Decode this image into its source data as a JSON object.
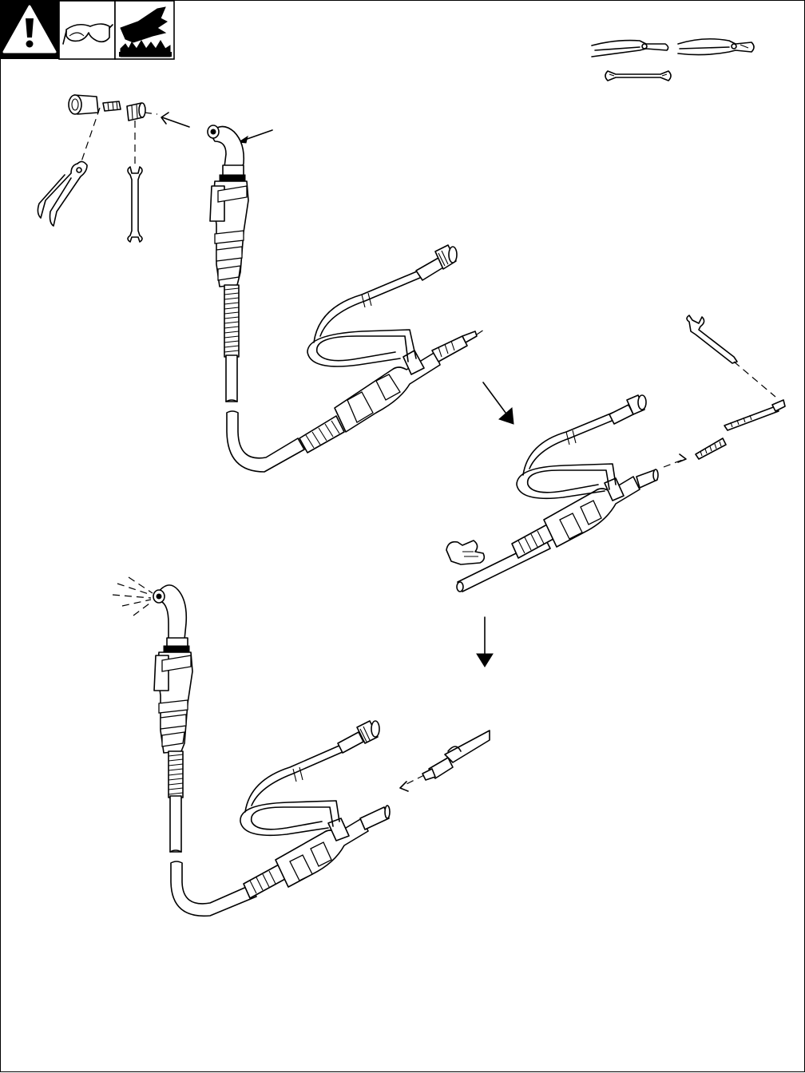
{
  "colors": {
    "ink": "#000000",
    "paper": "#ffffff"
  },
  "safety_icons": [
    "warning-triangle-icon",
    "safety-glasses-icon",
    "hot-surface-hand-icon"
  ],
  "tools": [
    "diagonal-cutters-icon",
    "slip-joint-pliers-icon",
    "open-end-wrench-icon"
  ],
  "steps": [
    {
      "id": "remove-nozzle-contact-tip",
      "direction_arrow": "down-right"
    },
    {
      "id": "remove-and-blow-out-liner",
      "direction_arrow": "down"
    },
    {
      "id": "reinstall-and-connect",
      "direction_arrow": "left"
    }
  ]
}
